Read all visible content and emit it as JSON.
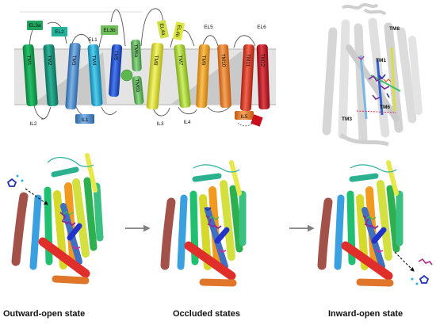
{
  "topology": {
    "tm_helices": [
      {
        "label": "TM1",
        "color": "#169b4e"
      },
      {
        "label": "TM2",
        "color": "#1b8d78"
      },
      {
        "label": "TM3",
        "color": "#4b88c7"
      },
      {
        "label": "TM4",
        "color": "#1aa6cf"
      },
      {
        "label": "TM5",
        "color": "#1c50d0"
      },
      {
        "label": "TM6a",
        "color": "#63b560"
      },
      {
        "label": "TM6b",
        "color": "#63b560"
      },
      {
        "label": "TM7",
        "color": "#d8dc2e"
      },
      {
        "label": "TM8",
        "color": "#a6d030"
      },
      {
        "label": "TM9",
        "color": "#f09a1a"
      },
      {
        "label": "TM10",
        "color": "#ea7a1e"
      },
      {
        "label": "TM11",
        "color": "#e0301b"
      },
      {
        "label": "TM12",
        "color": "#c6121e"
      }
    ],
    "loops": {
      "el1": "EL1",
      "el2": "EL2",
      "el3a": "EL3a",
      "el3b": "EL3b",
      "el4a": "EL4a",
      "el4b": "EL4b",
      "el5": "EL5",
      "el6": "EL6",
      "il1": "IL1",
      "il2": "IL2",
      "il3": "IL3",
      "il4": "IL4",
      "il5": "IL5"
    }
  },
  "structure_labels": {
    "tm8": "TM8",
    "tm1": "TM1",
    "tm6": "TM6",
    "tm3": "TM3"
  },
  "states": {
    "outward": "Outward-open state",
    "occluded": "Occluded states",
    "inward": "Inward-open state"
  },
  "colors": {
    "membrane": "#c9c9c9",
    "arrow": "#808080",
    "ligand": "#2233aa"
  }
}
